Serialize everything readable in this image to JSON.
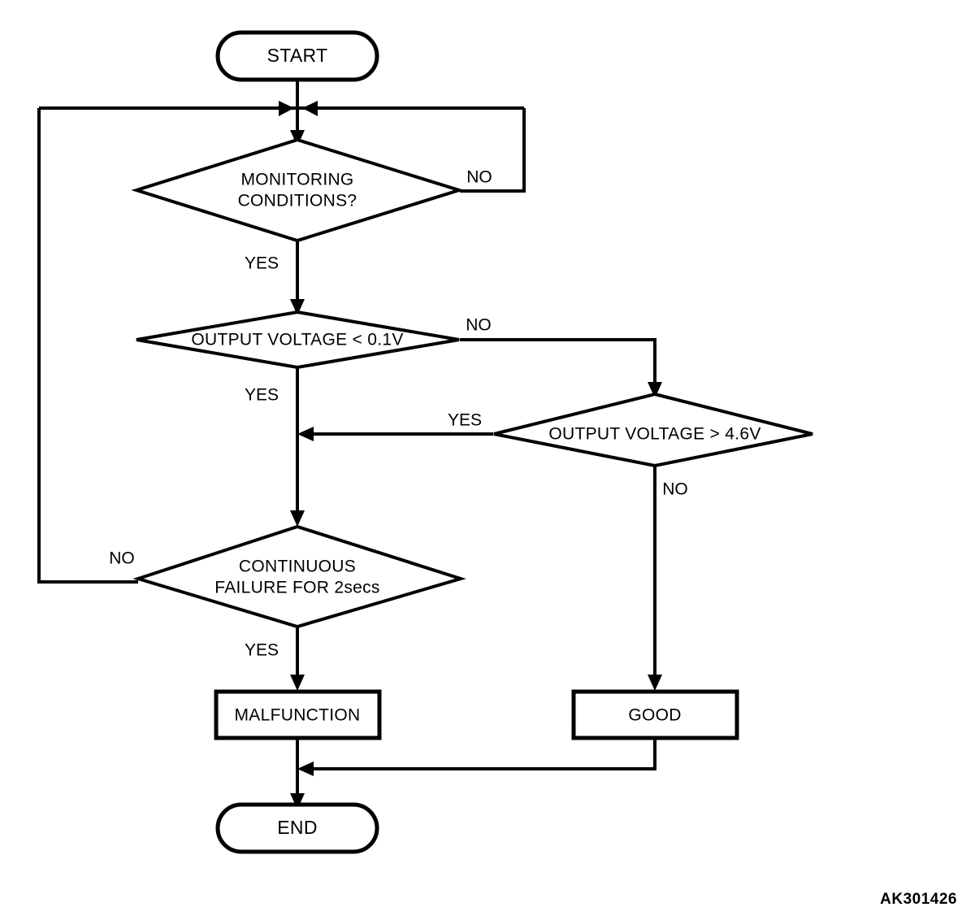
{
  "diagram": {
    "type": "flowchart",
    "title_code": "AK301426",
    "nodes": [
      {
        "id": "start",
        "kind": "terminator",
        "label": "START"
      },
      {
        "id": "monitoring",
        "kind": "decision",
        "label_line1": "MONITORING",
        "label_line2": "CONDITIONS?"
      },
      {
        "id": "volt_low",
        "kind": "decision",
        "label_line1": "OUTPUT VOLTAGE < 0.1V",
        "label_line2": ""
      },
      {
        "id": "volt_high",
        "kind": "decision",
        "label_line1": "OUTPUT VOLTAGE > 4.6V",
        "label_line2": ""
      },
      {
        "id": "continuous",
        "kind": "decision",
        "label_line1": "CONTINUOUS",
        "label_line2": "FAILURE FOR 2secs"
      },
      {
        "id": "malfunction",
        "kind": "process",
        "label": "MALFUNCTION"
      },
      {
        "id": "good",
        "kind": "process",
        "label": "GOOD"
      },
      {
        "id": "end",
        "kind": "terminator",
        "label": "END"
      }
    ],
    "edges": [
      {
        "from": "start",
        "to": "monitoring",
        "label": ""
      },
      {
        "from": "monitoring",
        "to": "junction",
        "label": "NO"
      },
      {
        "from": "monitoring",
        "to": "volt_low",
        "label": "YES"
      },
      {
        "from": "volt_low",
        "to": "volt_high",
        "label": "NO"
      },
      {
        "from": "volt_low",
        "to": "continuous",
        "label": "YES"
      },
      {
        "from": "volt_high",
        "to": "continuous",
        "label": "YES"
      },
      {
        "from": "volt_high",
        "to": "good",
        "label": "NO"
      },
      {
        "from": "continuous",
        "to": "junction",
        "label": "NO"
      },
      {
        "from": "continuous",
        "to": "malfunction",
        "label": "YES"
      },
      {
        "from": "malfunction",
        "to": "end",
        "label": ""
      },
      {
        "from": "good",
        "to": "end",
        "label": ""
      }
    ],
    "edge_labels": {
      "monitoring_no": "NO",
      "monitoring_yes": "YES",
      "volt_low_no": "NO",
      "volt_low_yes": "YES",
      "volt_high_yes": "YES",
      "volt_high_no": "NO",
      "continuous_no": "NO",
      "continuous_yes": "YES"
    },
    "colors": {
      "stroke": "#000000",
      "fill": "#ffffff",
      "text": "#000000"
    }
  }
}
